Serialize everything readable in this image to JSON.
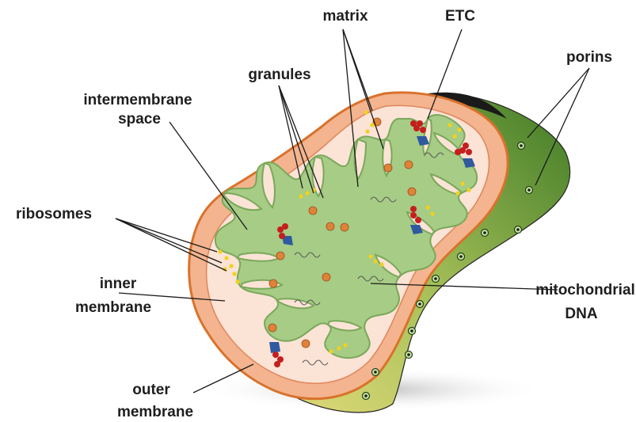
{
  "labels": {
    "matrix": "matrix",
    "etc": "ETC",
    "porins": "porins",
    "granules": "granules",
    "intermembrane_1": "intermembrane",
    "intermembrane_2": "space",
    "ribosomes": "ribosomes",
    "inner_1": "inner",
    "inner_2": "membrane",
    "mtdna_1": "mitochondrial",
    "mtdna_2": "DNA",
    "outer_1": "outer",
    "outer_2": "membrane"
  },
  "colors": {
    "outer_body": "#7fa84a",
    "outer_shadow": "#3f6b22",
    "outer_edge": "#d9722c",
    "outer_band": "#f3b48f",
    "intermembrane": "#fbe3d6",
    "inner_edge": "#8fb86a",
    "matrix": "#a6cc86",
    "granule": "#e0833a",
    "ribosome": "#f2d11e",
    "porin_ring": "#c8e6a4",
    "etc_red": "#c41e1e",
    "etc_blue": "#2f5a9e"
  },
  "icons": [
    "porin-icon",
    "granule-icon",
    "ribosome-icon",
    "etc-complex-icon",
    "mtdna-icon"
  ]
}
